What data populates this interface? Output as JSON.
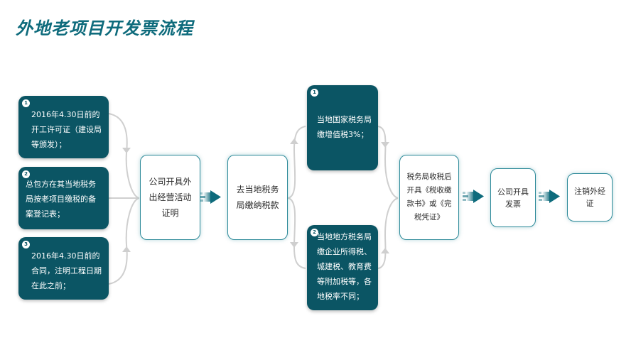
{
  "title": "外地老项目开发票流程",
  "left_group": [
    {
      "badge": "1",
      "text": "2016年4.30日前的开工许可证（建设局等颁发）；"
    },
    {
      "badge": "2",
      "text": "总包方在其当地税务局按老项目缴税的备案登记表；"
    },
    {
      "badge": "3",
      "text": "2016年4.30日前的合同，注明工程日期在此之前；"
    }
  ],
  "step_certificate": "公司开具外出经营活动证明",
  "step_pay_tax": "去当地税务局缴纳税款",
  "tax_group": [
    {
      "badge": "1",
      "text": "当地国家税务局缴增值税3%；"
    },
    {
      "badge": "2",
      "text": "当地地方税务局缴企业所得税、城建税、教育费等附加税等，各地税率不同；"
    }
  ],
  "step_receipt": "税务局收税后开具《税收缴款书》或《完税凭证》",
  "step_invoice": "公司开具发票",
  "step_cancel": "注销外经证",
  "colors": {
    "dark_box": "#0b5564",
    "accent": "#0e6b7c",
    "connector": "#cfcfcf"
  }
}
